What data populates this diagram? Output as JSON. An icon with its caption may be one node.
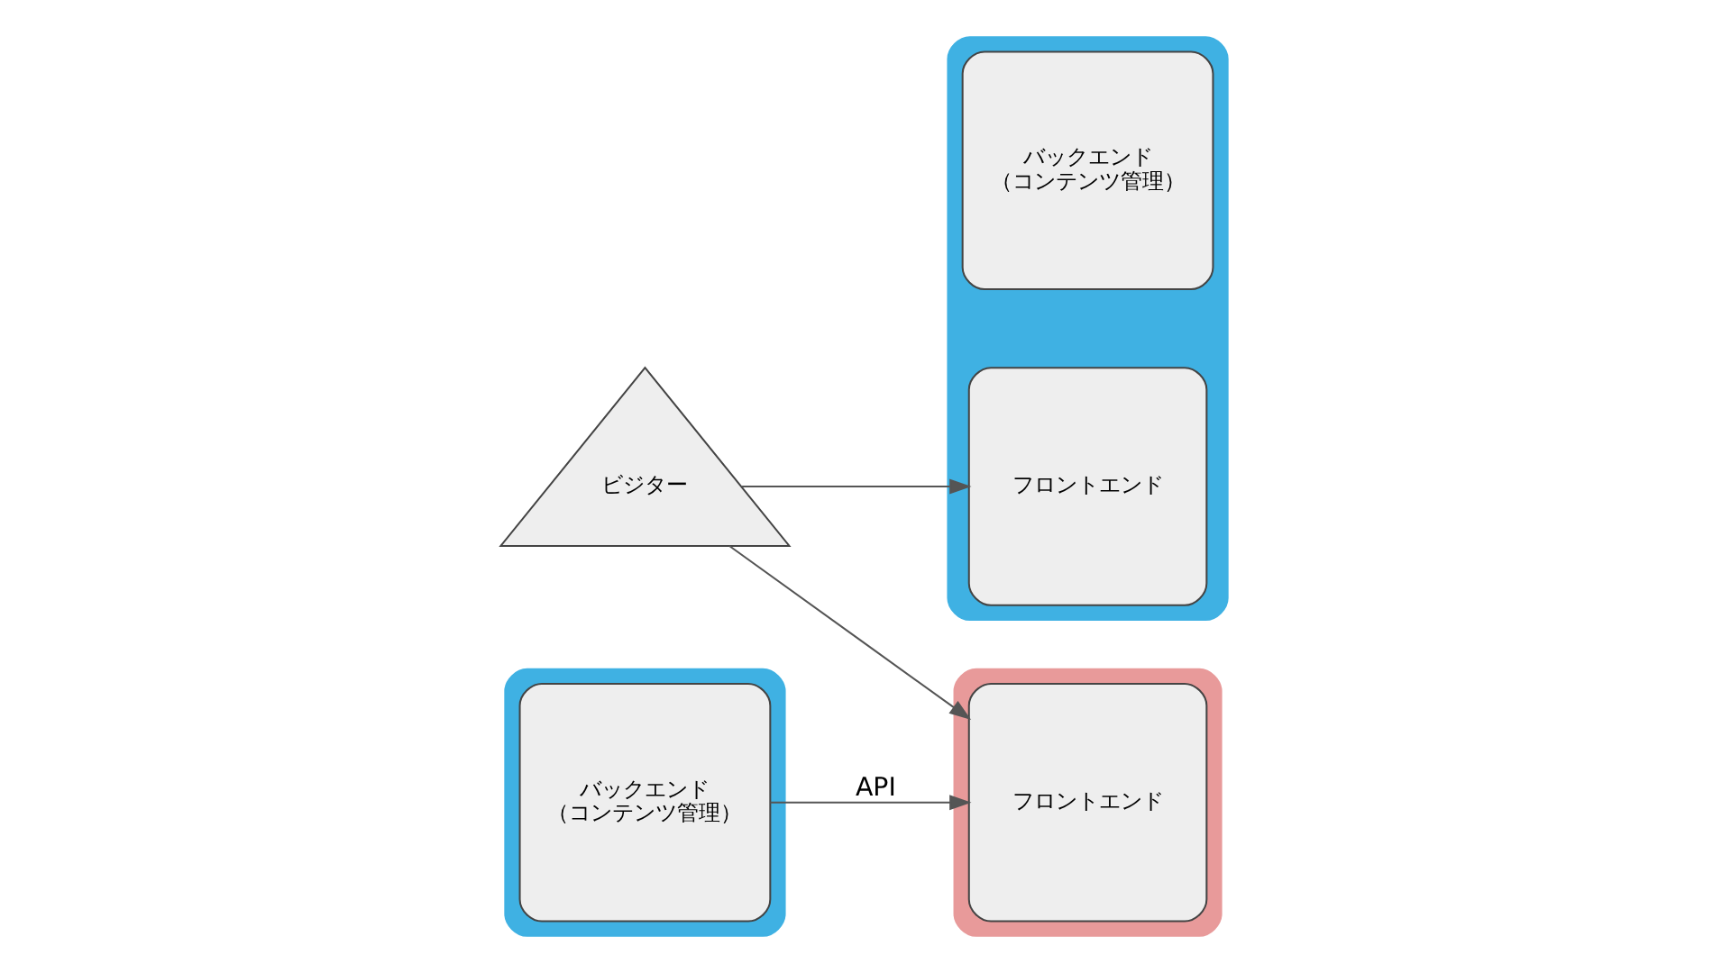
{
  "diagram": {
    "nodes": [
      {
        "text": [],
        "shape": "box"
      },
      {
        "text": [
          "バックエンド",
          "（コンテンツ管理）"
        ],
        "in": 0
      },
      {
        "text": [
          "フロントエンド"
        ],
        "in": 0
      },
      {
        "text": [
          "ビジター"
        ]
      },
      {
        "text": [],
        "shape": "box"
      },
      {
        "text": [
          "バックエンド",
          "（コンテンツ管理）"
        ],
        "in": 4
      },
      {
        "text": [],
        "shape": "box"
      },
      {
        "text": [
          "フロントエンド"
        ],
        "in": 6
      }
    ],
    "edges": [
      {
        "from": 3,
        "to": 2,
        "arrow": "to"
      },
      {
        "from": 3,
        "to": 7,
        "arrow": "to"
      },
      {
        "from": 5,
        "to": 7,
        "arrow": "to",
        "label": "API"
      }
    ]
  }
}
